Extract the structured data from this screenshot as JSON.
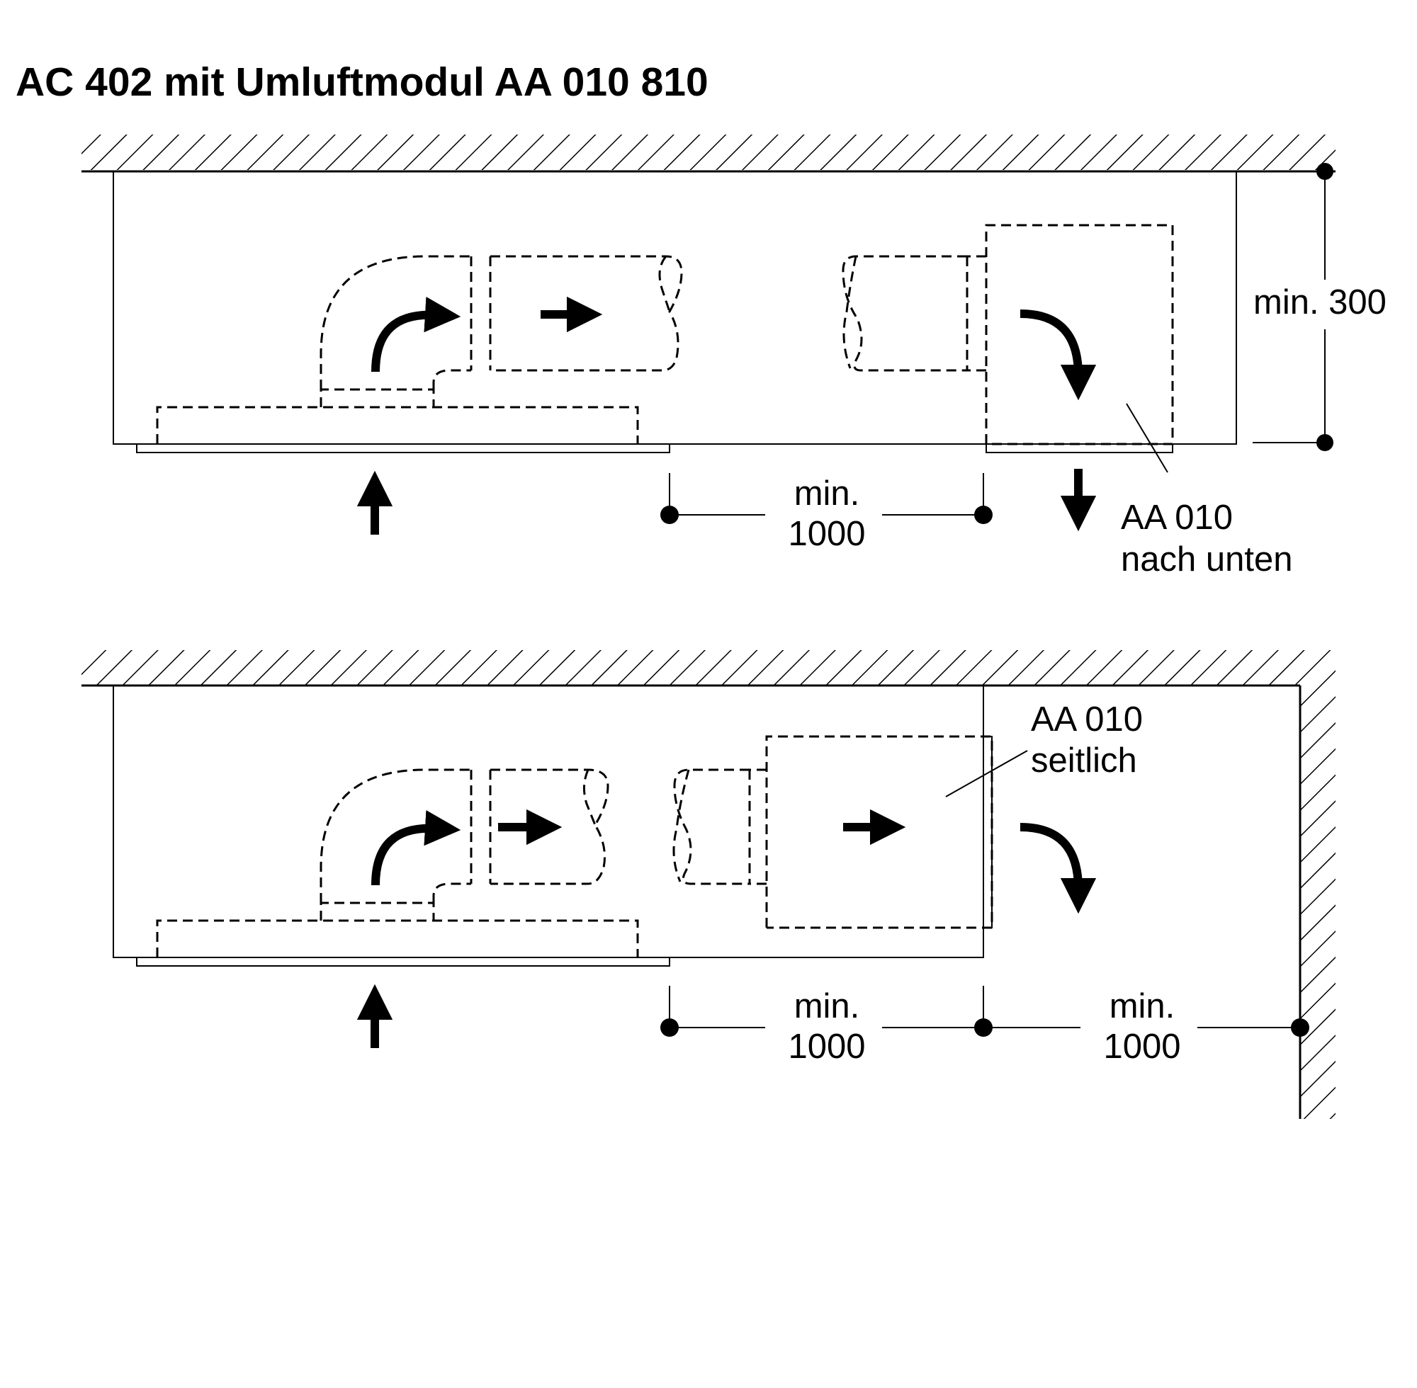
{
  "title": "AC 402 mit Umluftmodul AA 010 810",
  "top_diagram": {
    "height_label": "min. 300",
    "gap_label_line1": "min.",
    "gap_label_line2": "1000",
    "module_label_line1": "AA 010",
    "module_label_line2": "nach unten"
  },
  "bottom_diagram": {
    "gap_label_line1": "min.",
    "gap_label_line2": "1000",
    "wall_gap_label_line1": "min.",
    "wall_gap_label_line2": "1000",
    "module_label_line1": "AA 010",
    "module_label_line2": "seitlich"
  }
}
